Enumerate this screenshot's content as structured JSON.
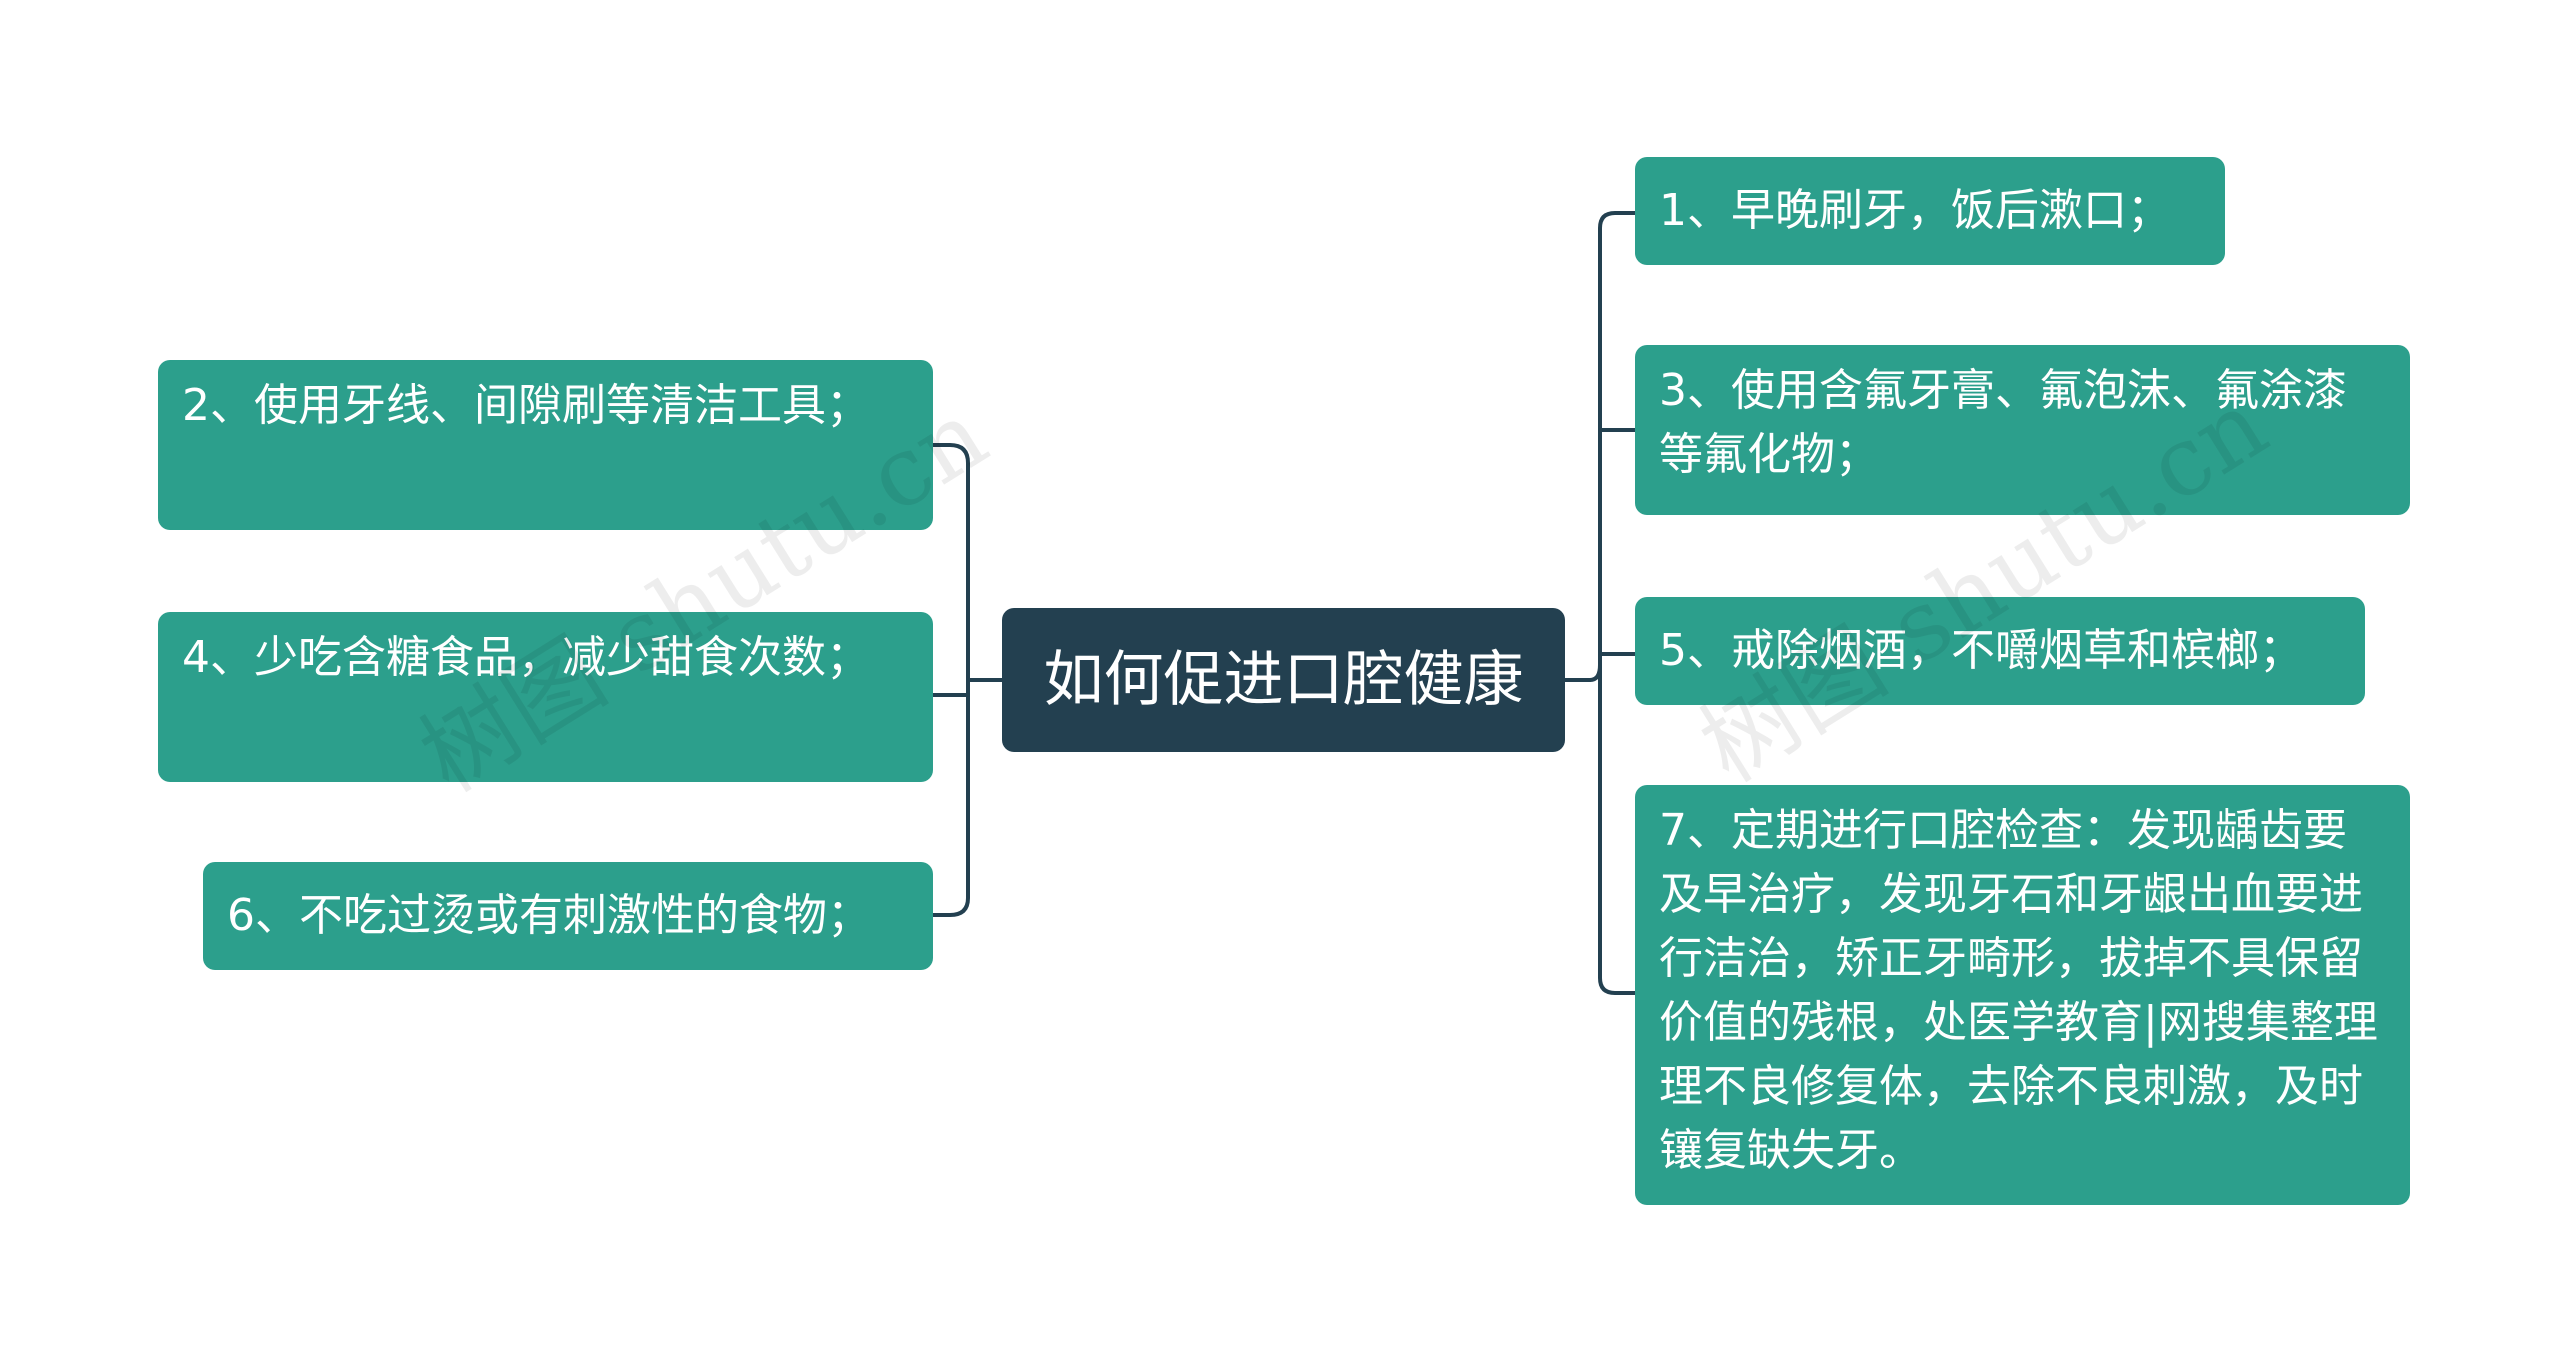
{
  "root": {
    "label": "如何促进口腔健康"
  },
  "branches": [
    {
      "label": "1、早晚刷牙，饭后漱口；"
    },
    {
      "label": "2、使用牙线、间隙刷等清洁工具；"
    },
    {
      "label": "3、使用含氟牙膏、氟泡沫、氟涂漆等氟化物；"
    },
    {
      "label": "4、少吃含糖食品，减少甜食次数；"
    },
    {
      "label": "5、戒除烟酒，不嚼烟草和槟榔；"
    },
    {
      "label": "6、不吃过烫或有刺激性的食物；"
    },
    {
      "label": "7、定期进行口腔检查：发现龋齿要及早治疗，发现牙石和牙龈出血要进行洁治，矫正牙畸形，拔掉不具保留价值的残根，处医学教育|网搜集整理理不良修复体，去除不良刺激，及时镶复缺失牙。"
    }
  ],
  "watermark": {
    "text": "树图 shutu.cn"
  },
  "colors": {
    "root_fill": "#234050",
    "branch_fill": "#2c9f8c",
    "connector": "#234050"
  }
}
